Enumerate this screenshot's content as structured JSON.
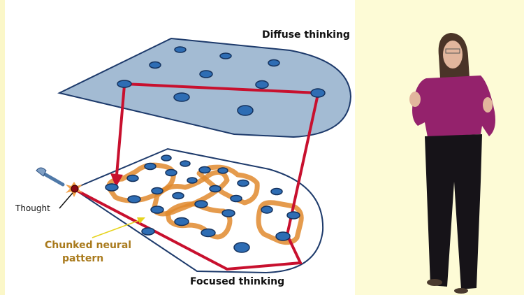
{
  "slide": {
    "diffuse_label": "Diffuse thinking",
    "focused_label": "Focused thinking",
    "thought_label": "Thought",
    "chunk_label_line1": "Chunked neural",
    "chunk_label_line2": "pattern"
  },
  "colors": {
    "plane_fill": "#9fb7d0",
    "outline": "#1d3a6b",
    "path_red": "#c8102e",
    "chunk_orange": "#e0892e",
    "neuron": "#2e6db4",
    "chunk_text": "#a97a1c",
    "background": "#fdfbd6"
  }
}
